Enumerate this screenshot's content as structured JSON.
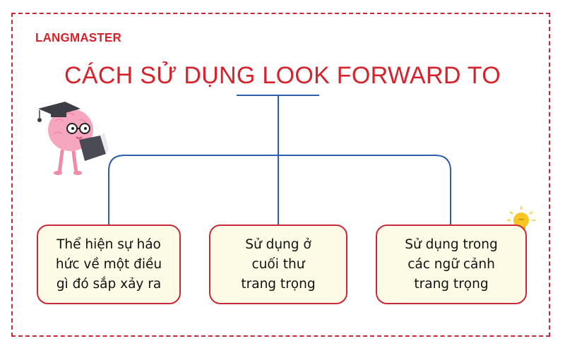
{
  "brand": {
    "name": "LANGMASTER",
    "color": "#d7222c"
  },
  "title": "CÁCH SỬ DỤNG LOOK FORWARD TO",
  "colors": {
    "title": "#d7222c",
    "border": "#c8283a",
    "connector": "#2f5fa8",
    "box_fill": "#fdfbe6"
  },
  "diagram": {
    "root": "CÁCH SỬ DỤNG LOOK FORWARD TO",
    "nodes": [
      {
        "lines": [
          "Thể hiện sự háo",
          "hức về một điều",
          "gì đó sắp xảy ra"
        ]
      },
      {
        "lines": [
          "Sử dụng ở",
          "cuối thư",
          "trang trọng"
        ]
      },
      {
        "lines": [
          "Sử dụng trong",
          "các ngữ cảnh",
          "trang trọng"
        ]
      }
    ]
  },
  "decorations": {
    "mascot": "brain-with-graduation-cap-reading-book",
    "bulb": "lightbulb-icon"
  }
}
